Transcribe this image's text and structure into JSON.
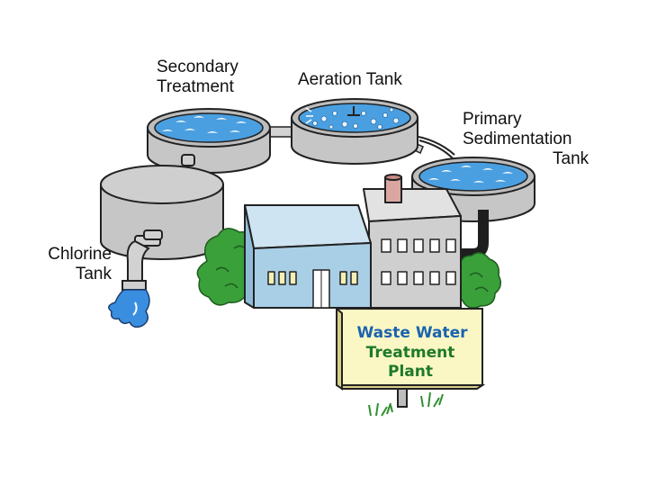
{
  "labels": {
    "secondary_line1": "Secondary",
    "secondary_line2": "Treatment",
    "aeration": "Aeration Tank",
    "primary_line1": "Primary",
    "primary_line2": "Sedimentation",
    "primary_line3": "Tank",
    "chlorine_line1": "Chlorine",
    "chlorine_line2": "Tank"
  },
  "sign": {
    "line1": "Waste Water",
    "line2": "Treatment",
    "line3": "Plant"
  },
  "colors": {
    "water": "#4a9fe0",
    "tank_gray": "#c4c4c4",
    "building_blue": "#a9cfe6",
    "building_gray": "#cfcfcf",
    "sign_bg": "#fbf7c4",
    "sign_text_blue": "#1a63b0",
    "sign_text_green": "#1e7a2a",
    "bush_green": "#3aa03a",
    "pipe_dark": "#2a2a2a"
  }
}
